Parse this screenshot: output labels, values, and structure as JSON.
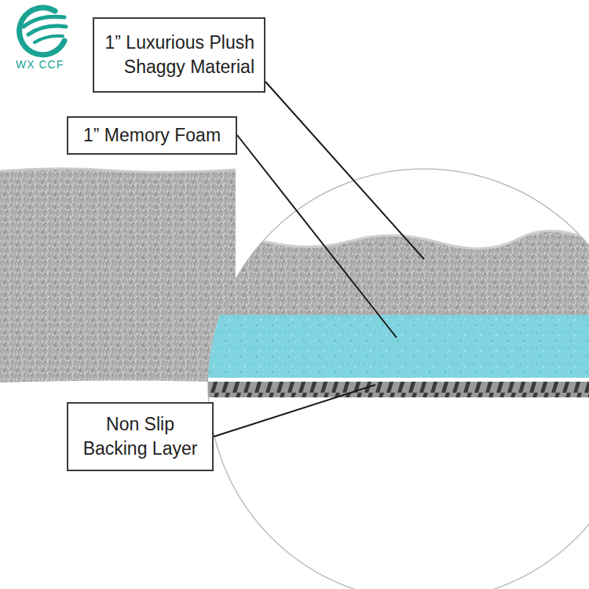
{
  "diagram": {
    "nodes": [
      {
        "text": [
          "1” Luxurious Plush Shaggy Material"
        ]
      },
      {
        "text": [
          "1” Memory Foam"
        ]
      },
      {
        "text": [
          "Non Slip Backing Layer"
        ]
      }
    ],
    "labels": [
      "WX CCF"
    ]
  }
}
